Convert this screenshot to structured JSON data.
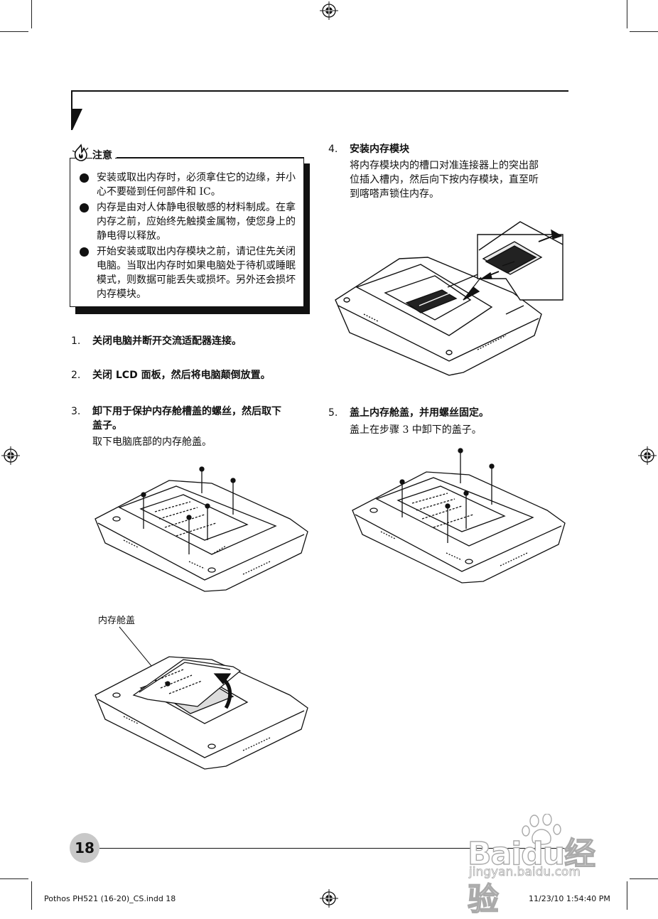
{
  "caution": {
    "title": "注意",
    "items": [
      "安装或取出内存时，必须拿住它的边缘，并小心不要碰到任何部件和 IC。",
      "内存是由对人体静电很敏感的材料制成。在拿内存之前，应始终先触摸金属物，使您身上的静电得以释放。",
      "开始安装或取出内存模块之前，请记住先关闭电脑。当取出内存时如果电脑处于待机或睡眠模式，则数据可能丢失或损坏。另外还会损坏内存模块。"
    ]
  },
  "steps": [
    {
      "num": "1.",
      "title": "关闭电脑并断开交流适配器连接。",
      "body": ""
    },
    {
      "num": "2.",
      "title": "关闭 LCD 面板，然后将电脑颠倒放置。",
      "body": ""
    },
    {
      "num": "3.",
      "title_line1": "卸下用于保护内存舱槽盖的螺丝，然后取下",
      "title_line2": "盖子。",
      "body": "取下电脑底部的内存舱盖。"
    },
    {
      "num": "4.",
      "title": "安装内存模块",
      "body_lines": [
        "将内存模块内的槽口对准连接器上的突出部",
        "位插入槽内，然后向下按内存模块，直至听",
        "到喀嗒声锁住内存。"
      ]
    },
    {
      "num": "5.",
      "title": "盖上内存舱盖，并用螺丝固定。",
      "body": "盖上在步骤 3 中卸下的盖子。"
    }
  ],
  "figure_label": "内存舱盖",
  "page_number": "18",
  "footer": {
    "left": "Pothos PH521 (16-20)_CS.indd   18",
    "right": "11/23/10   1:54:40 PM"
  },
  "watermark": {
    "main": "Baidu经验",
    "sub": "jingyan.baidu.com"
  },
  "icons": {
    "caution": "flame-warning-icon",
    "registration": "registration-mark-icon"
  }
}
